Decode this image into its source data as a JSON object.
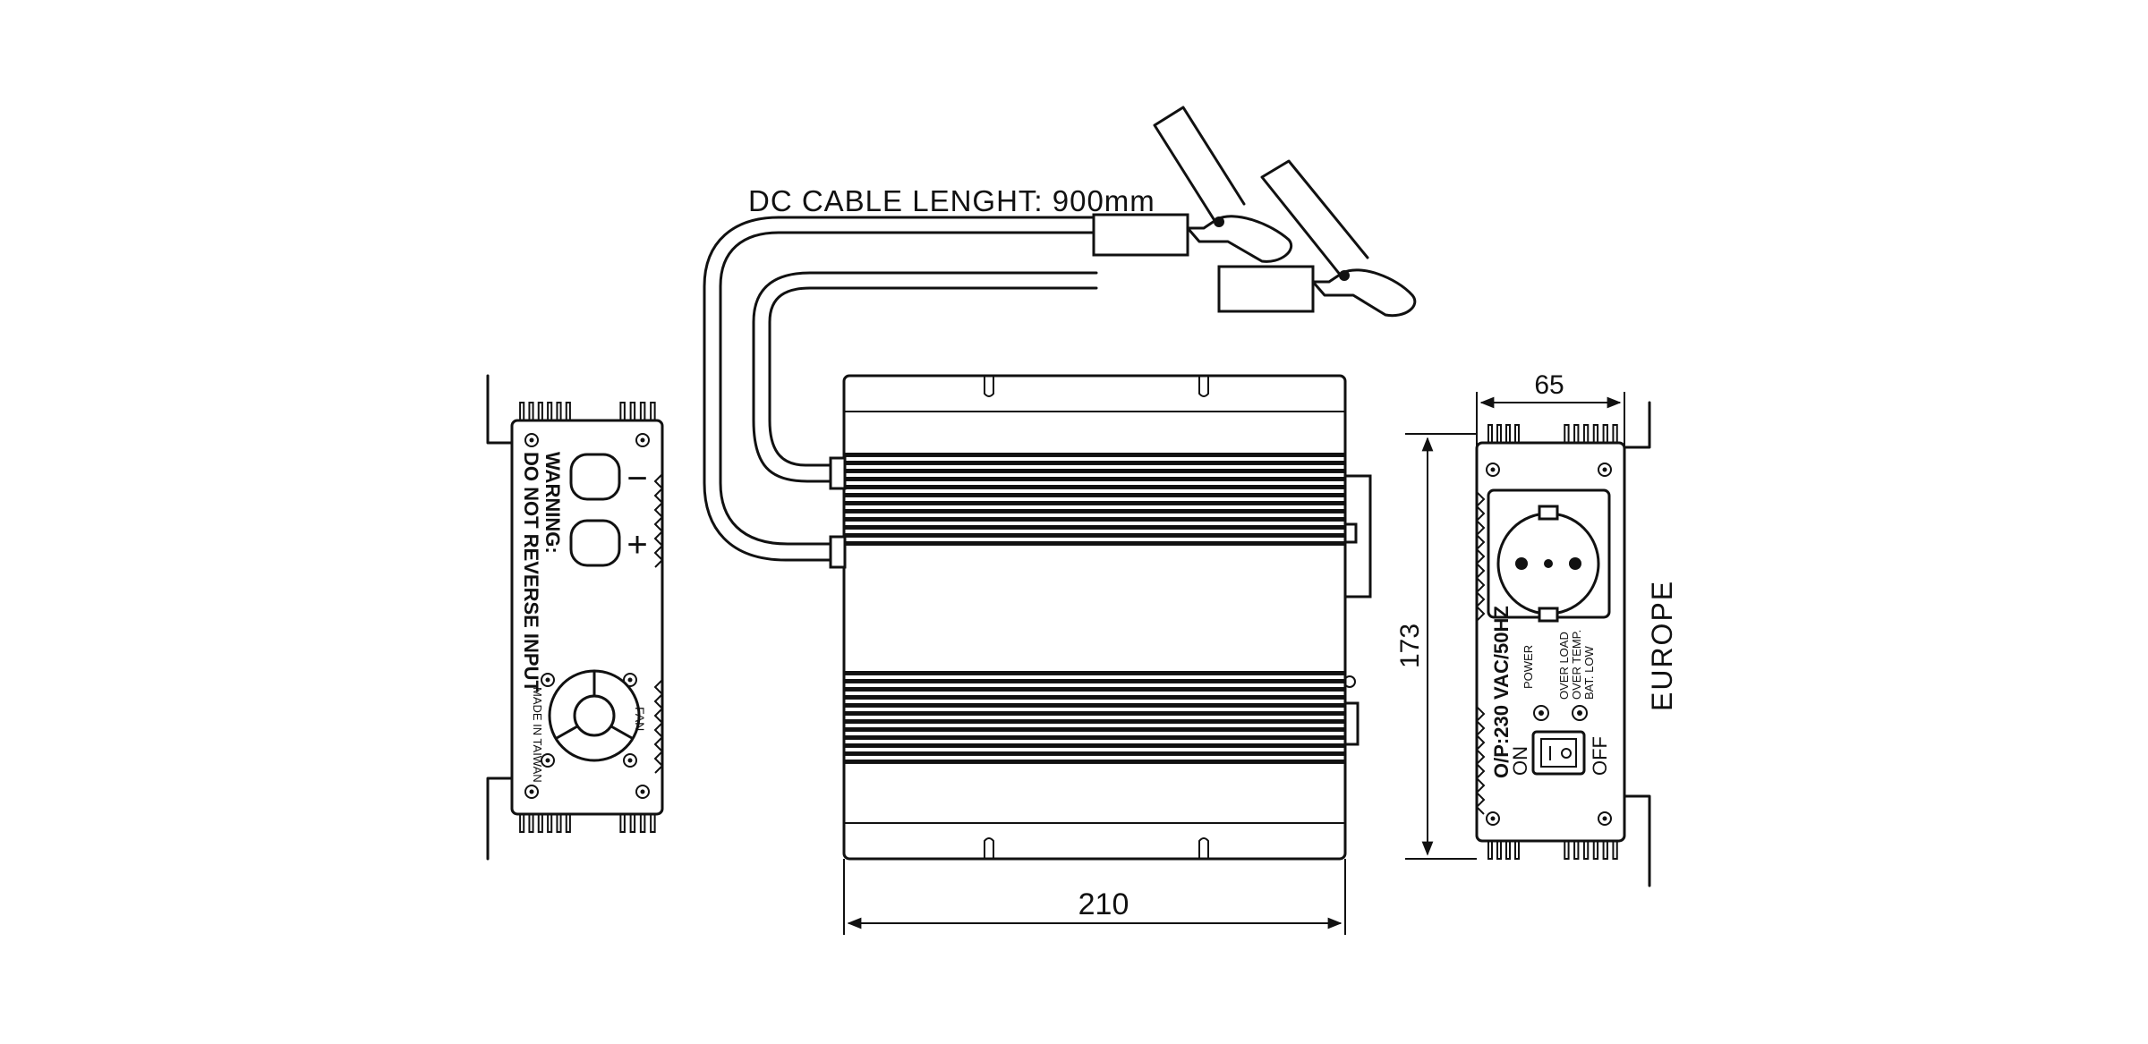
{
  "labels": {
    "cable_length": "DC CABLE LENGHT: 900mm",
    "warning_line1": "WARNING:",
    "warning_line2": "DO NOT REVERSE INPUT",
    "minus_sign": "−",
    "plus_sign": "+",
    "fan": "FAN",
    "made_in": "MADE IN TAIWAN",
    "output_spec": "O/P:230 VAC/50HZ",
    "on": "ON",
    "off": "OFF",
    "power": "POWER",
    "over_load": "OVER LOAD",
    "over_temp": "OVER TEMP.",
    "bat_low": "BAT. LOW",
    "region": "EUROPE"
  },
  "dimensions": {
    "length": "210",
    "height": "173",
    "width": "65"
  },
  "colors": {
    "ink": "#111111",
    "background": "#ffffff"
  }
}
